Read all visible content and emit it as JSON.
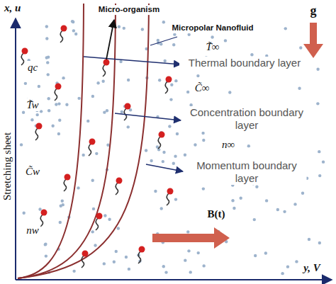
{
  "diagram": {
    "labels": [
      "x, u",
      "g",
      "Micro-organism",
      "Micropolar Nanofluid",
      "qc",
      "T̃∞",
      "Thermal boundary layer",
      "T̃w",
      "C̃∞",
      "Concentration boundary layer",
      "n∞",
      "C̃w",
      "Momentum boundary layer",
      "nw",
      "Stretching sheet",
      "B(t)",
      "y, V"
    ]
  }
}
